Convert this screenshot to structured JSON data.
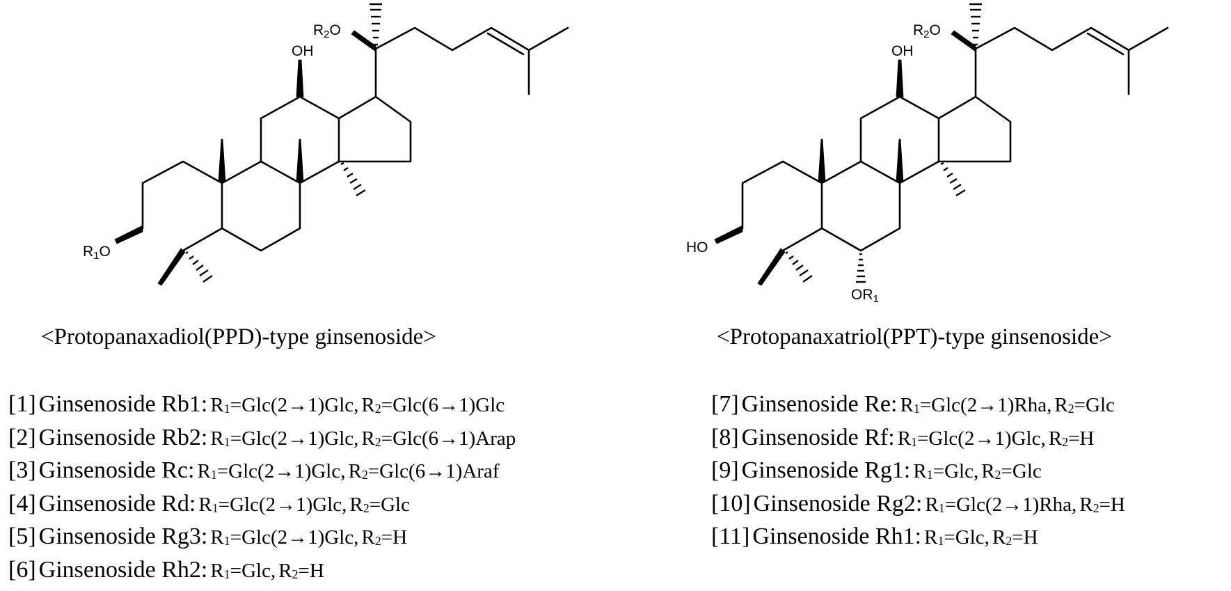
{
  "figure": {
    "left_panel": {
      "heading": "<Protopanaxadiol(PPD)-type ginsenoside>",
      "structure_labels": {
        "hydroxyl": "OH",
        "r1": "R",
        "r1_sub": "1",
        "r1_tail": "O",
        "r2": "R",
        "r2_sub": "2",
        "r2_tail": "O"
      },
      "compounds": [
        {
          "index": "[1]",
          "name": "Ginsenoside Rb1:",
          "r1": "=Glc(2→1)Glc,",
          "r2": "=Glc(6→1)Glc"
        },
        {
          "index": "[2]",
          "name": "Ginsenoside Rb2:",
          "r1": "=Glc(2→1)Glc,",
          "r2": "=Glc(6→1)Arap"
        },
        {
          "index": "[3]",
          "name": "Ginsenoside Rc:",
          "r1": "=Glc(2→1)Glc,",
          "r2": "=Glc(6→1)Araf"
        },
        {
          "index": "[4]",
          "name": "Ginsenoside Rd:",
          "r1": "=Glc(2→1)Glc,",
          "r2": "=Glc"
        },
        {
          "index": "[5]",
          "name": "Ginsenoside Rg3:",
          "r1": "=Glc(2→1)Glc,",
          "r2": "=H"
        },
        {
          "index": "[6]",
          "name": "Ginsenoside Rh2:",
          "r1": "=Glc,",
          "r2": "=H"
        }
      ]
    },
    "right_panel": {
      "heading": "<Protopanaxatriol(PPT)-type ginsenoside>",
      "structure_labels": {
        "hydroxyl": "OH",
        "ho": "HO",
        "r1_head": "OR",
        "r1_sub": "1",
        "r2": "R",
        "r2_sub": "2",
        "r2_tail": "O"
      },
      "compounds": [
        {
          "index": "[7]",
          "name": "Ginsenoside Re:",
          "r1": "=Glc(2→1)Rha,",
          "r2": "=Glc"
        },
        {
          "index": "[8]",
          "name": "Ginsenoside Rf:",
          "r1": "=Glc(2→1)Glc,",
          "r2": "=H"
        },
        {
          "index": "[9]",
          "name": "Ginsenoside Rg1:",
          "r1": "=Glc,",
          "r2": "=Glc"
        },
        {
          "index": "[10]",
          "name": "Ginsenoside Rg2:",
          "r1": "=Glc(2→1)Rha,",
          "r2": "=H"
        },
        {
          "index": "[11]",
          "name": "Ginsenoside Rh1:",
          "r1": "=Glc,",
          "r2": "=H"
        }
      ]
    },
    "r_symbol": "R",
    "r1_subscript": "1",
    "r2_subscript": "2"
  }
}
